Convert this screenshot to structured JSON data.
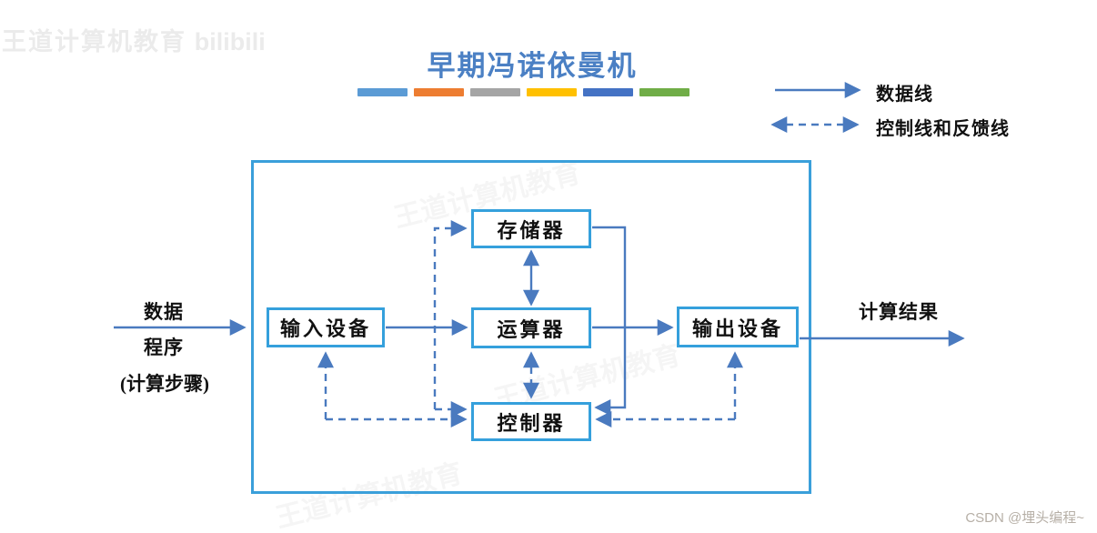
{
  "title": "早期冯诺依曼机",
  "watermark_top": {
    "text": "王道计算机教育",
    "logo": "bilibili"
  },
  "watermark_bottom": "CSDN @埋头编程~",
  "ghost_watermark": "王道计算机教育",
  "accent_bars": [
    "#5B9BD5",
    "#ED7D31",
    "#A5A5A5",
    "#FFC000",
    "#4472C4",
    "#70AD47"
  ],
  "colors": {
    "node_border": "#35a0dc",
    "outer_border": "#3a9fda",
    "line": "#4a7abf",
    "title": "#4b80c4"
  },
  "legend": {
    "data_line": "数据线",
    "control_line": "控制线和反馈线"
  },
  "diagram": {
    "nodes": {
      "input": "输入设备",
      "memory": "存储器",
      "alu": "运算器",
      "controller": "控制器",
      "output": "输出设备"
    },
    "input_labels": [
      "数据",
      "程序",
      "(计算步骤)"
    ],
    "output_label": "计算结果",
    "edges": [
      {
        "from": "外部(数据/程序)",
        "to": "输入设备",
        "type": "数据线",
        "bidirectional": false
      },
      {
        "from": "输入设备",
        "to": "运算器",
        "type": "数据线",
        "bidirectional": false
      },
      {
        "from": "存储器",
        "to": "运算器",
        "type": "数据线",
        "bidirectional": true
      },
      {
        "from": "存储器",
        "to": "控制器",
        "type": "数据线",
        "bidirectional": false
      },
      {
        "from": "运算器",
        "to": "输出设备",
        "type": "数据线",
        "bidirectional": false
      },
      {
        "from": "输出设备",
        "to": "外部(计算结果)",
        "type": "数据线",
        "bidirectional": false
      },
      {
        "from": "控制器",
        "to": "存储器",
        "type": "控制线和反馈线",
        "bidirectional": true
      },
      {
        "from": "控制器",
        "to": "运算器",
        "type": "控制线和反馈线",
        "bidirectional": true
      },
      {
        "from": "控制器",
        "to": "输入设备",
        "type": "控制线和反馈线",
        "bidirectional": true
      },
      {
        "from": "控制器",
        "to": "输出设备",
        "type": "控制线和反馈线",
        "bidirectional": true
      }
    ]
  }
}
